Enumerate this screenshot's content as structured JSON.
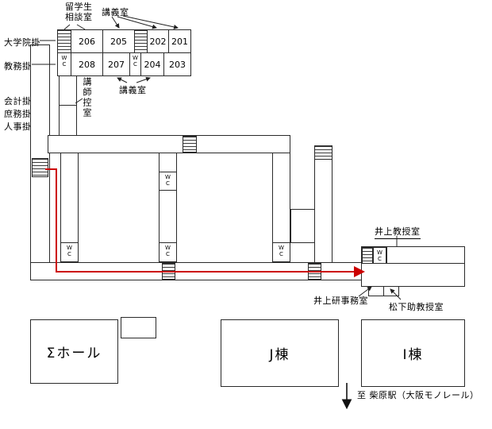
{
  "rooms": {
    "r206": "206",
    "r205": "205",
    "r202": "202",
    "r201": "201",
    "r208": "208",
    "r207": "207",
    "r204": "204",
    "r203": "203"
  },
  "labels": {
    "ryugakusei_1": "留学生",
    "ryugakusei_2": "相談室",
    "kougishitsu_top": "講義室",
    "kougishitsu_bottom": "講義室",
    "daigakuin": "大学院掛",
    "kyoumu": "教務掛",
    "kaikei": "会計掛",
    "shomu": "庶務掛",
    "jinji": "人事掛",
    "koushi_hikaeshitsu": "講師控室",
    "inoue_kyoujushitsu": "井上教授室",
    "inoue_ken_jimushitsu": "井上研事務室",
    "matsushita_jokyoujushitsu": "松下助教授室",
    "wc_w": "W",
    "wc_c": "C"
  },
  "buildings": {
    "sigma_hall": "Σホール",
    "j_tou": "J棟",
    "i_tou": "I棟"
  },
  "footer": {
    "station_note": "至 柴原駅（大阪モノレール）"
  },
  "colors": {
    "route_red": "#cc0000",
    "wall": "#2a2a2a"
  }
}
